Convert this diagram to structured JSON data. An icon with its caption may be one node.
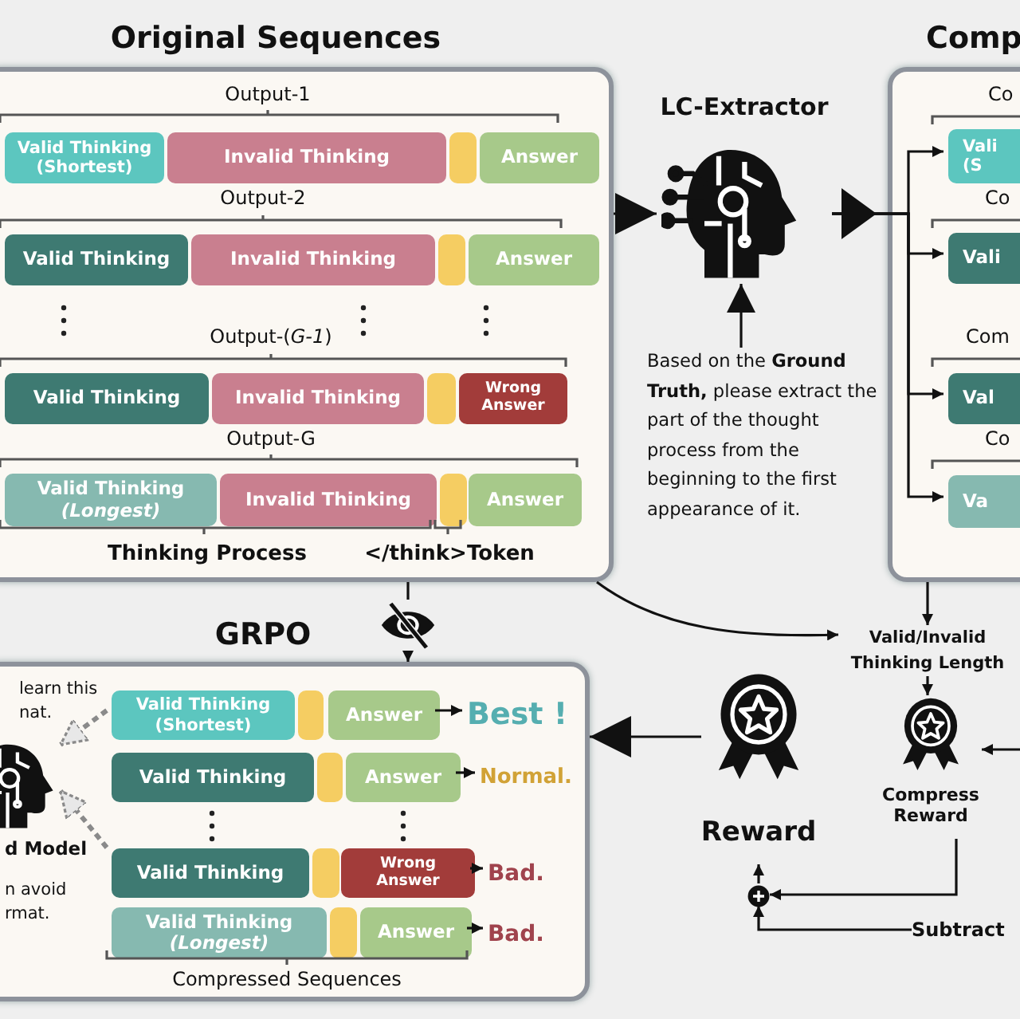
{
  "diagram": {
    "nodes": [
      {
        "text": [
          "Original Sequences"
        ]
      },
      {
        "text": [
          "Valid Thinking (Shortest)"
        ],
        "in": 0
      },
      {
        "text": [
          "Invalid Thinking"
        ],
        "in": 0
      },
      {
        "text": [],
        "shape": "box",
        "in": 0
      },
      {
        "text": [
          "Answer"
        ],
        "in": 0
      },
      {
        "text": [
          "Valid Thinking"
        ],
        "in": 0
      },
      {
        "text": [
          "Invalid Thinking"
        ],
        "in": 0
      },
      {
        "text": [],
        "shape": "box",
        "in": 0
      },
      {
        "text": [
          "Answer"
        ],
        "in": 0
      },
      {
        "text": [
          "Valid Thinking"
        ],
        "in": 0
      },
      {
        "text": [
          "Invalid Thinking"
        ],
        "in": 0
      },
      {
        "text": [],
        "shape": "box",
        "in": 0
      },
      {
        "text": [
          "Wrong Answer"
        ],
        "in": 0
      },
      {
        "text": [
          "Valid Thinking *(Longest)*"
        ],
        "in": 0
      },
      {
        "text": [
          "Invalid Thinking"
        ],
        "in": 0
      },
      {
        "text": [],
        "shape": "box",
        "in": 0
      },
      {
        "text": [
          "Answer"
        ],
        "in": 0
      },
      {
        "text": [
          "LC-Extractor"
        ]
      },
      {
        "text": [
          "Based on the **Ground Truth,** please extract the part of the thought process from the beginning to the first appearance of it."
        ]
      },
      {
        "text": [
          "Comp"
        ]
      },
      {
        "text": [
          "Vali (S"
        ],
        "in": 19
      },
      {
        "text": [
          "Vali"
        ],
        "in": 19
      },
      {
        "text": [
          "Val"
        ],
        "in": 19
      },
      {
        "text": [
          "Va"
        ],
        "in": 19
      },
      {
        "text": [
          "Valid/Invalid Thinking Length"
        ]
      },
      {
        "text": [
          "Compress Reward"
        ]
      },
      {
        "text": [
          "Reward"
        ]
      },
      {
        "text": [],
        "shape": "circle"
      },
      {
        "text": [
          "Subtract"
        ]
      },
      {
        "text": [
          "GRPO"
        ]
      },
      {
        "text": [],
        "shape": "picture"
      },
      {
        "text": [
          "Valid Thinking (Shortest)"
        ],
        "in": 29
      },
      {
        "text": [],
        "shape": "box",
        "in": 29
      },
      {
        "text": [
          "Answer"
        ],
        "in": 29
      },
      {
        "text": [
          "Best !"
        ],
        "in": 29
      },
      {
        "text": [
          "Valid Thinking"
        ],
        "in": 29
      },
      {
        "text": [],
        "shape": "box",
        "in": 29
      },
      {
        "text": [
          "Answer"
        ],
        "in": 29
      },
      {
        "text": [
          "Normal."
        ],
        "in": 29
      },
      {
        "text": [
          "Valid Thinking"
        ],
        "in": 29
      },
      {
        "text": [],
        "shape": "box",
        "in": 29
      },
      {
        "text": [
          "Wrong Answer"
        ],
        "in": 29
      },
      {
        "text": [
          "Bad."
        ],
        "in": 29
      },
      {
        "text": [
          "Valid Thinking *(Longest)*"
        ],
        "in": 29
      },
      {
        "text": [],
        "shape": "box",
        "in": 29
      },
      {
        "text": [
          "Answer"
        ],
        "in": 29
      },
      {
        "text": [
          "Bad."
        ],
        "in": 29
      },
      {
        "text": [
          "d Model"
        ],
        "beside": [
          "n avoid rmat."
        ],
        "in": 29
      }
    ],
    "edges": [
      {
        "from": 0,
        "to": 17,
        "arrow": "to"
      },
      {
        "from": 18,
        "to": 17,
        "arrow": "to"
      },
      {
        "from": 17,
        "to": 20,
        "arrow": "to"
      },
      {
        "from": 17,
        "to": 21,
        "arrow": "to"
      },
      {
        "from": 17,
        "to": 22,
        "arrow": "to"
      },
      {
        "from": 17,
        "to": 23,
        "arrow": "to"
      },
      {
        "from": 0,
        "to": 24,
        "arrow": "to"
      },
      {
        "from": 19,
        "to": 24,
        "arrow": "to"
      },
      {
        "from": 24,
        "to": 25,
        "arrow": "to"
      },
      {
        "from": null,
        "to": 25,
        "arrow": "to"
      },
      {
        "from": 25,
        "to": 27,
        "arrow": "to"
      },
      {
        "from": 28,
        "to": 27,
        "arrow": "to"
      },
      {
        "from": 27,
        "to": 26,
        "arrow": "to"
      },
      {
        "from": 26,
        "to": 29,
        "arrow": "to"
      },
      {
        "from": 0,
        "to": 30,
        "arrow": "none"
      },
      {
        "from": 30,
        "to": 29,
        "arrow": "to"
      },
      {
        "from": 33,
        "to": 34,
        "arrow": "to"
      },
      {
        "from": 37,
        "to": 38,
        "arrow": "to"
      },
      {
        "from": 41,
        "to": 42,
        "arrow": "to"
      },
      {
        "from": 45,
        "to": 46,
        "arrow": "to"
      },
      {
        "from": 31,
        "to": 47,
        "arrow": "to",
        "style": "dashed",
        "color": "#8a8a8a"
      },
      {
        "from": 39,
        "to": 47,
        "arrow": "to",
        "style": "dashed",
        "color": "#8a8a8a"
      }
    ],
    "labels": [
      "Output-1",
      "Output-2",
      "Output-(*G-1*)",
      "Output-G",
      "Thinking Process",
      "</think>Token",
      "Co",
      "Co",
      "Com",
      "Co",
      "Compressed Sequences",
      "learn this nat."
    ]
  }
}
